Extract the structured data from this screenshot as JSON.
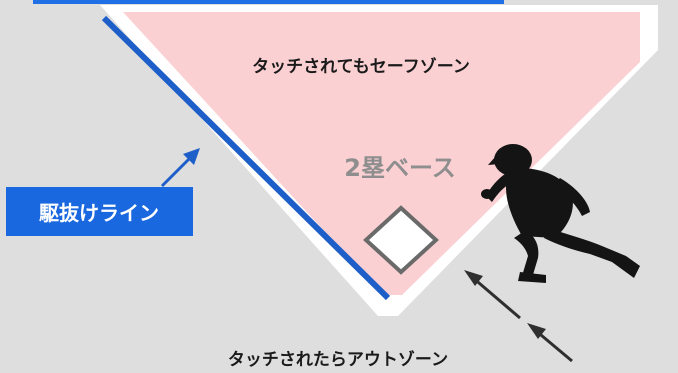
{
  "labels": {
    "safe_zone": "タッチされてもセーフゾーン",
    "out_zone": "タッチされたらアウトゾーン",
    "base": "2塁ベース",
    "runner_line": "駆抜けライン"
  },
  "colors": {
    "field_gray": "#dedede",
    "safe_pink": "#fbd0d3",
    "line_blue": "#1d5ec8",
    "label_box_blue": "#1a68df",
    "top_bar_blue": "#1f6fe5",
    "base_gray_text": "#8e8e8e",
    "arrow_dark": "#2f2f2f",
    "silhouette": "#141414"
  },
  "icons": {
    "runner": "running-player-silhouette-icon",
    "base": "base-diamond-icon"
  }
}
